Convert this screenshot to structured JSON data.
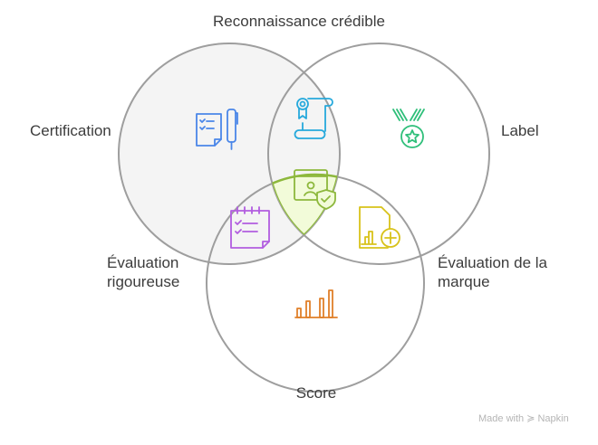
{
  "labels": {
    "top": "Reconnaissance crédible",
    "left": "Certification",
    "right": "Label",
    "bottom_left": "Évaluation rigoureuse",
    "bottom_right": "Évaluation de la marque",
    "bottom": "Score"
  },
  "footer": "Made with ≽ Napkin",
  "colors": {
    "circle_fill": "#f3f3f3",
    "circle_stroke": "#9e9e9e",
    "center_fill": "#f2fbd9",
    "center_stroke": "#8db83c",
    "certification": "#4a86e8",
    "credible": "#26a9dc",
    "label": "#2fbf7a",
    "rigorous": "#b25de0",
    "brand": "#d8c21a",
    "score": "#e0802a"
  }
}
